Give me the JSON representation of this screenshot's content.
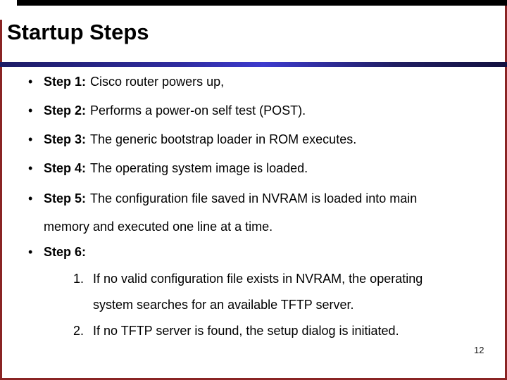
{
  "slide": {
    "title": "Startup Steps",
    "bullet_char": "•",
    "bullets": [
      {
        "label": "Step 1:",
        "text": "Cisco router powers up,"
      },
      {
        "label": "Step 2:",
        "text": "Performs a power-on self test (POST)."
      },
      {
        "label": "Step 3:",
        "text": "The generic bootstrap loader in ROM executes."
      },
      {
        "label": "Step 4:",
        "text": "The operating system image is loaded."
      },
      {
        "label": "Step 5:",
        "text": "The configuration file saved in NVRAM is loaded into main",
        "text2": "memory and executed one line at a time."
      },
      {
        "label": "Step 6:",
        "text": ""
      }
    ],
    "numbered": [
      {
        "num": "1.",
        "text": "If no valid configuration file exists in NVRAM, the operating",
        "text2": "system searches for an available TFTP server."
      },
      {
        "num": "2.",
        "text": "If no TFTP server is found, the setup dialog is initiated."
      }
    ],
    "page_number": "12",
    "colors": {
      "background": "#ffffff",
      "text": "#000000",
      "divider_blue_bright": "#3d3acd",
      "divider_navy_dark": "#131140",
      "frame_top_black": "#000000",
      "frame_maroon": "#8a2424"
    }
  }
}
